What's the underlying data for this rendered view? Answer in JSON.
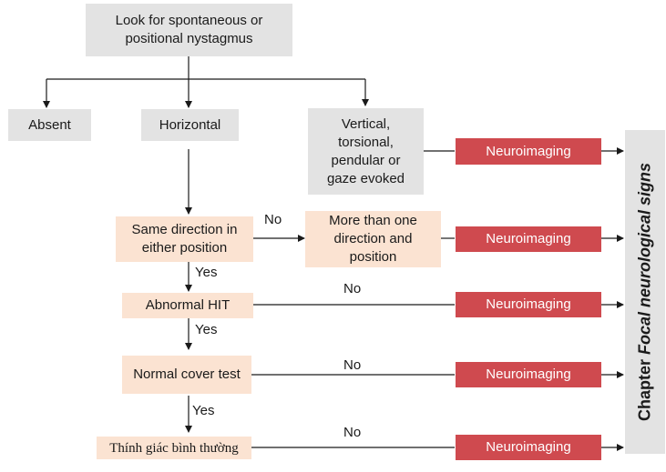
{
  "nodes": {
    "start": "Look for spontaneous or positional nystagmus",
    "absent": "Absent",
    "horizontal": "Horizontal",
    "vertical": "Vertical, torsional, pendular or gaze evoked",
    "same_direction": "Same direction in either position",
    "more_than_one": "More than one direction and position",
    "abnormal_hit": "Abnormal HIT",
    "normal_cover": "Normal cover test",
    "hearing": "Thính giác bình thường"
  },
  "outcome_label": "Neuroimaging",
  "edge_labels": {
    "no": "No",
    "yes": "Yes"
  },
  "side_panel": {
    "prefix": "Chapter",
    "title": "Focal neurological signs"
  }
}
